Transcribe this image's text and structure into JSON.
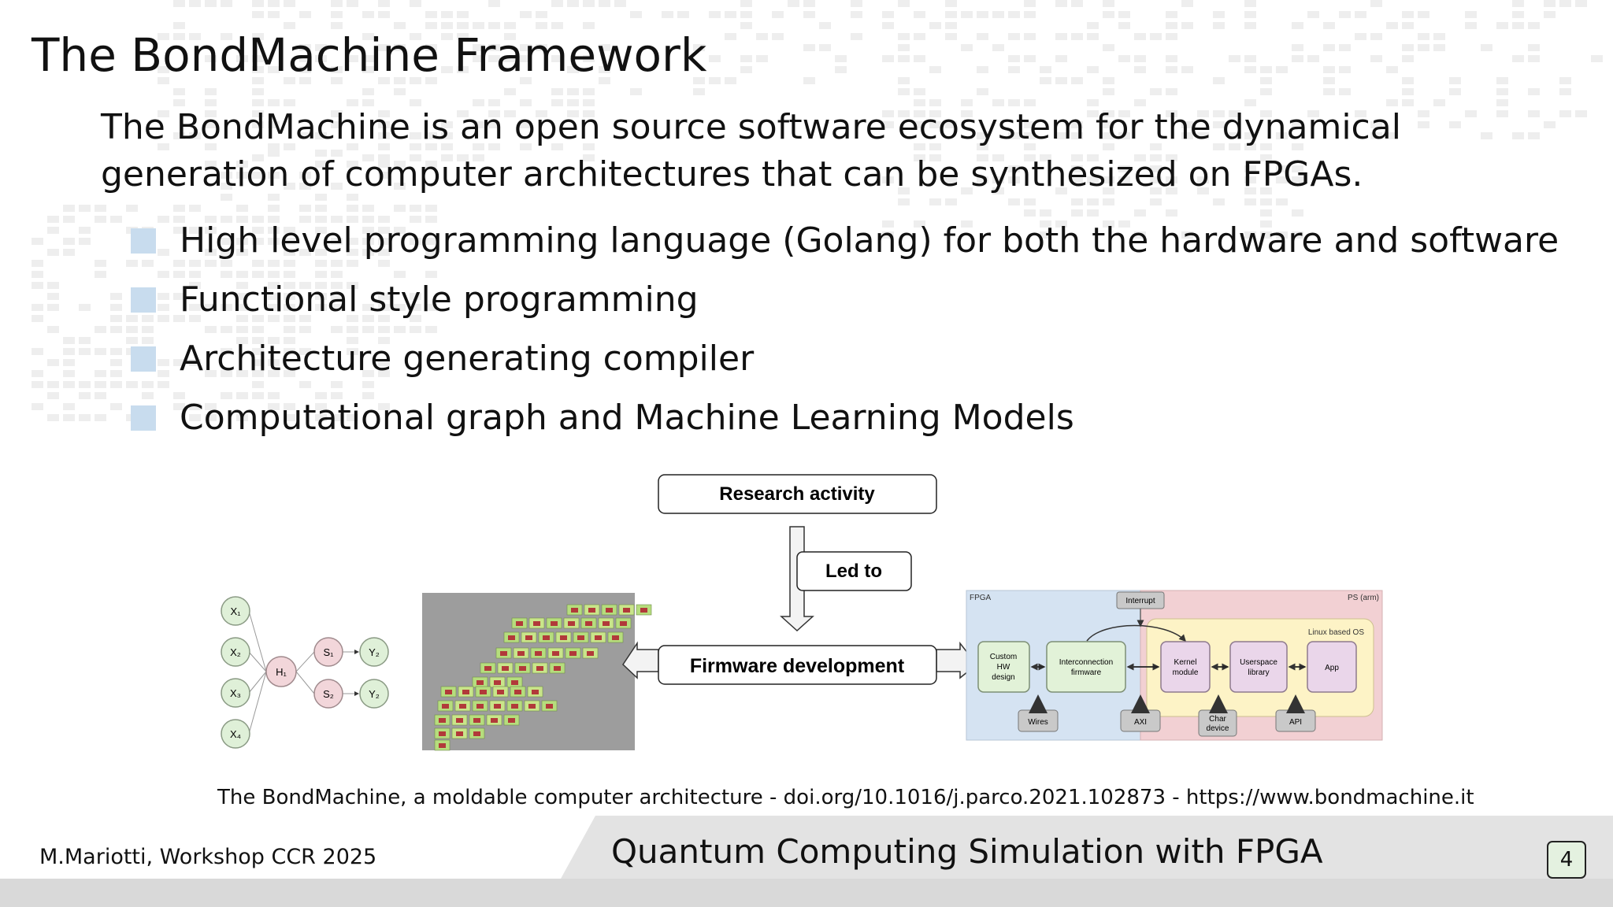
{
  "slide": {
    "title": "The BondMachine Framework",
    "intro": "The BondMachine is an open source software ecosystem for the dynamical generation of computer architectures that can be synthesized on FPGAs.",
    "bullets": [
      "High level programming language (Golang) for both the hardware and software",
      "Functional style programming",
      "Architecture generating compiler",
      "Computational graph and Machine Learning Models"
    ],
    "caption": "The BondMachine, a moldable computer architecture - doi.org/10.1016/j.parco.2021.102873 - https://www.bondmachine.it"
  },
  "figure": {
    "research_activity": "Research activity",
    "led_to": "Led to",
    "firmware_development": "Firmware development",
    "graph_nodes": {
      "x1": "X₁",
      "x2": "X₂",
      "x3": "X₃",
      "x4": "X₄",
      "h1": "H₁",
      "s1": "S₁",
      "s2": "S₂",
      "y2a": "Y₂",
      "y2b": "Y₂"
    },
    "arch": {
      "fpga": "FPGA",
      "ps_arm": "PS (arm)",
      "linux_os": "Linux based OS",
      "interrupt": "Interrupt",
      "custom_hw": [
        "Custom",
        "HW",
        "design"
      ],
      "interconnection": [
        "Interconnection",
        "firmware"
      ],
      "kernel": [
        "Kernel",
        "module"
      ],
      "userspace": [
        "Userspace",
        "library"
      ],
      "app": "App",
      "wires": "Wires",
      "axi": "AXI",
      "char_device": [
        "Char",
        "device"
      ],
      "api": "API"
    }
  },
  "footer": {
    "author": "M.Mariotti, Workshop CCR 2025",
    "talk_title": "Quantum Computing Simulation with FPGA",
    "page_number": "4"
  },
  "colors": {
    "bullet": "#c8dcee",
    "fpga_region": "#d5e3f2",
    "ps_region": "#f2d0d3",
    "linux_region": "#fdf3c6",
    "block_green": "#e2f2d8",
    "block_purple": "#ead6ea",
    "node_green": "#dff0d8",
    "node_pink": "#f2d6da",
    "page_box": "#e4f1e0"
  }
}
